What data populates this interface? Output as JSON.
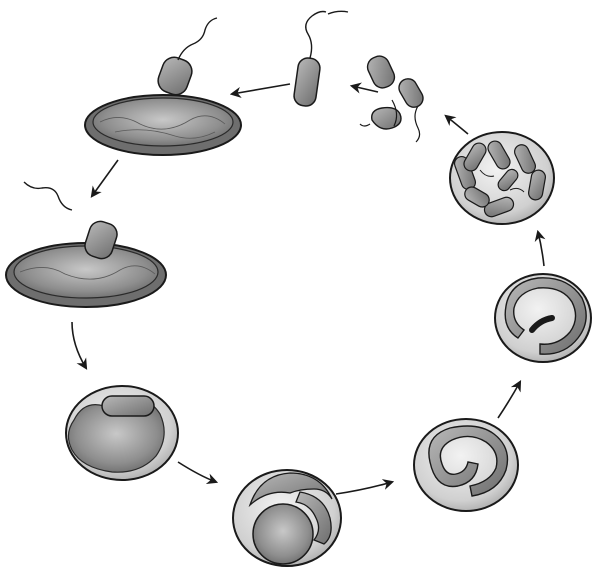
{
  "diagram": {
    "kind": "life-cycle",
    "stage_count": 9,
    "stages": [
      {
        "id": "free-swimming-flagellated-cell"
      },
      {
        "id": "attachment-to-prey-cell"
      },
      {
        "id": "penetration-of-prey-cell"
      },
      {
        "id": "cell-inside-prey"
      },
      {
        "id": "filamentous-growth"
      },
      {
        "id": "elongated-coiled-filament"
      },
      {
        "id": "filament-septation"
      },
      {
        "id": "progeny-release"
      },
      {
        "id": "flagellated-progeny"
      }
    ],
    "flow": "counter-clockwise-cycle",
    "colors": {
      "ink": "#1a1a1a",
      "prey_fill": "#9a9a9a",
      "prey_rim": "#d6d6d6",
      "bacterium": "#8a8a8a",
      "bubble": "#dcdcdc"
    }
  }
}
